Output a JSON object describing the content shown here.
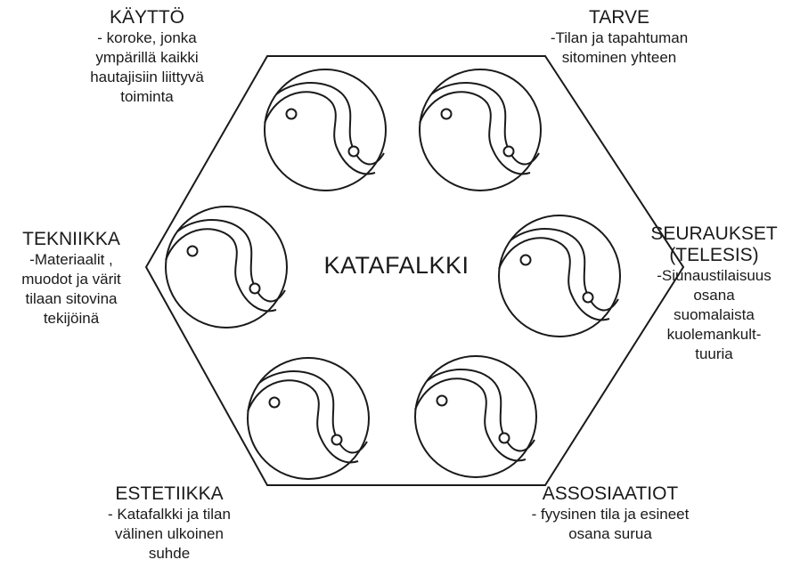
{
  "center": {
    "title": "KATAFALKKI"
  },
  "labels": {
    "kaytto": {
      "title": "KÄYTTÖ",
      "text": "- koroke, jonka\nympärillä kaikki\nhautajisiin liittyvä\ntoiminta"
    },
    "tarve": {
      "title": "TARVE",
      "text": "-Tilan ja tapahtuman\nsitominen yhteen"
    },
    "tekniikka": {
      "title": "TEKNIIKKA",
      "text": "-Materiaalit ,\nmuodot ja värit\ntilaan sitovina\ntekijöinä"
    },
    "seuraukset": {
      "title": "SEURAUKSET\n(TELESIS)",
      "text": "-Siunaustilaisuus\nosana\nsuomalaista\nkuolemankult-\ntuuria"
    },
    "estetiikka": {
      "title": "ESTETIIKKA",
      "text": "- Katafalkki ja tilan\nvälinen ulkoinen\nsuhde"
    },
    "assosiaatiot": {
      "title": "ASSOSIAATIOT",
      "text": "- fyysinen tila ja esineet\nosana surua"
    }
  },
  "colors": {
    "line": "#1a1a1a",
    "background": "#ffffff"
  },
  "icons": [
    "yin-yang-icon"
  ]
}
